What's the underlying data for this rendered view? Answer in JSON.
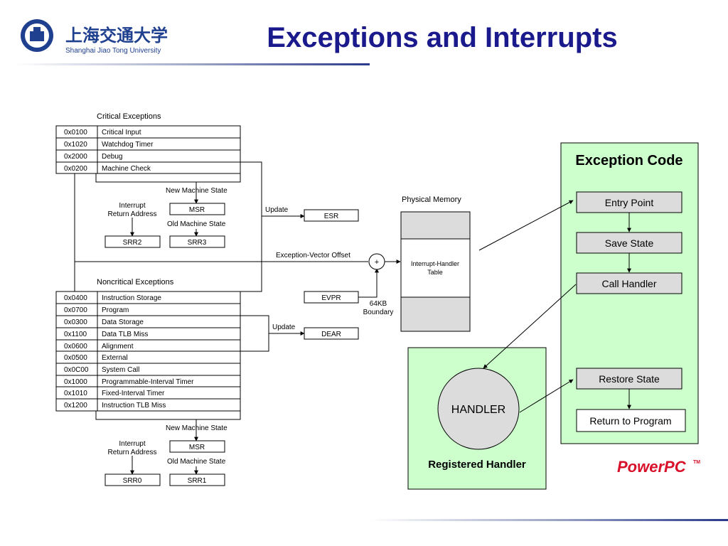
{
  "header": {
    "title": "Exceptions and Interrupts",
    "logo_text_cn": "上海交通大学",
    "logo_text_en": "Shanghai Jiao Tong University"
  },
  "critical": {
    "heading": "Critical Exceptions",
    "rows": [
      {
        "addr": "0x0100",
        "name": "Critical Input"
      },
      {
        "addr": "0x1020",
        "name": "Watchdog Timer"
      },
      {
        "addr": "0x2000",
        "name": "Debug"
      },
      {
        "addr": "0x0200",
        "name": "Machine Check"
      }
    ],
    "new_state": "New Machine State",
    "interrupt_return_1": "Interrupt",
    "interrupt_return_2": "Return Address",
    "msr": "MSR",
    "old_state": "Old Machine State",
    "srr_a": "SRR2",
    "srr_b": "SRR3"
  },
  "noncritical": {
    "heading": "Noncritical Exceptions",
    "rows": [
      {
        "addr": "0x0400",
        "name": "Instruction Storage"
      },
      {
        "addr": "0x0700",
        "name": "Program"
      },
      {
        "addr": "0x0300",
        "name": "Data Storage"
      },
      {
        "addr": "0x1100",
        "name": "Data TLB Miss"
      },
      {
        "addr": "0x0600",
        "name": "Alignment"
      },
      {
        "addr": "0x0500",
        "name": "External"
      },
      {
        "addr": "0x0C00",
        "name": "System Call"
      },
      {
        "addr": "0x1000",
        "name": "Programmable-Interval Timer"
      },
      {
        "addr": "0x1010",
        "name": "Fixed-Interval Timer"
      },
      {
        "addr": "0x1200",
        "name": "Instruction TLB Miss"
      }
    ],
    "new_state": "New Machine State",
    "interrupt_return_1": "Interrupt",
    "interrupt_return_2": "Return Address",
    "msr": "MSR",
    "old_state": "Old Machine State",
    "srr_a": "SRR0",
    "srr_b": "SRR1"
  },
  "middle": {
    "update_1": "Update",
    "esr": "ESR",
    "vector_offset": "Exception-Vector Offset",
    "plus": "+",
    "evpr": "EVPR",
    "update_2": "Update",
    "dear": "DEAR",
    "boundary_1": "64KB",
    "boundary_2": "Boundary"
  },
  "memory": {
    "heading": "Physical Memory",
    "table_1": "Interrupt-Handler",
    "table_2": "Table"
  },
  "handler_box": {
    "circle_label": "HANDLER",
    "caption": "Registered Handler"
  },
  "exception_code": {
    "title": "Exception Code",
    "steps": [
      "Entry Point",
      "Save State",
      "Call Handler",
      "Restore State",
      "Return to Program"
    ]
  },
  "brand": {
    "name": "PowerPC",
    "tm": "TM"
  },
  "colors": {
    "title_blue": "#1a1a8c",
    "green_panel": "#ccffcc",
    "step_box": "#dcdcdc",
    "brand_red": "#d8102a",
    "circle_fill": "#dcdcdc"
  }
}
